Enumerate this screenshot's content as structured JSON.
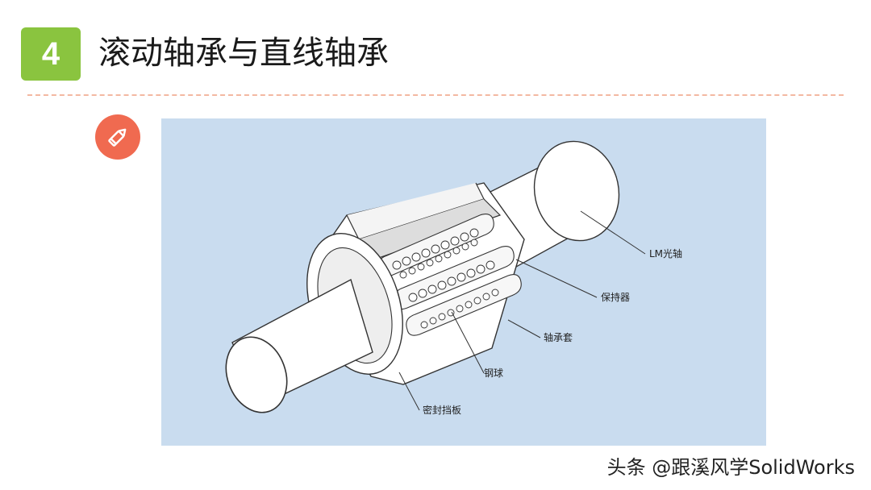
{
  "header": {
    "number": "4",
    "title": "滚动轴承与直线轴承"
  },
  "icons": {
    "badge": "pencil-icon"
  },
  "colors": {
    "number_badge": "#8ac43f",
    "pencil_badge": "#f06a50",
    "divider": "#f3b8a2",
    "diagram_background": "#c9dcef"
  },
  "diagram": {
    "labels": {
      "shaft": "LM光轴",
      "retainer": "保持器",
      "sleeve": "轴承套",
      "ball": "钢球",
      "seal": "密封挡板"
    }
  },
  "watermark": "头条 @跟溪风学SolidWorks"
}
